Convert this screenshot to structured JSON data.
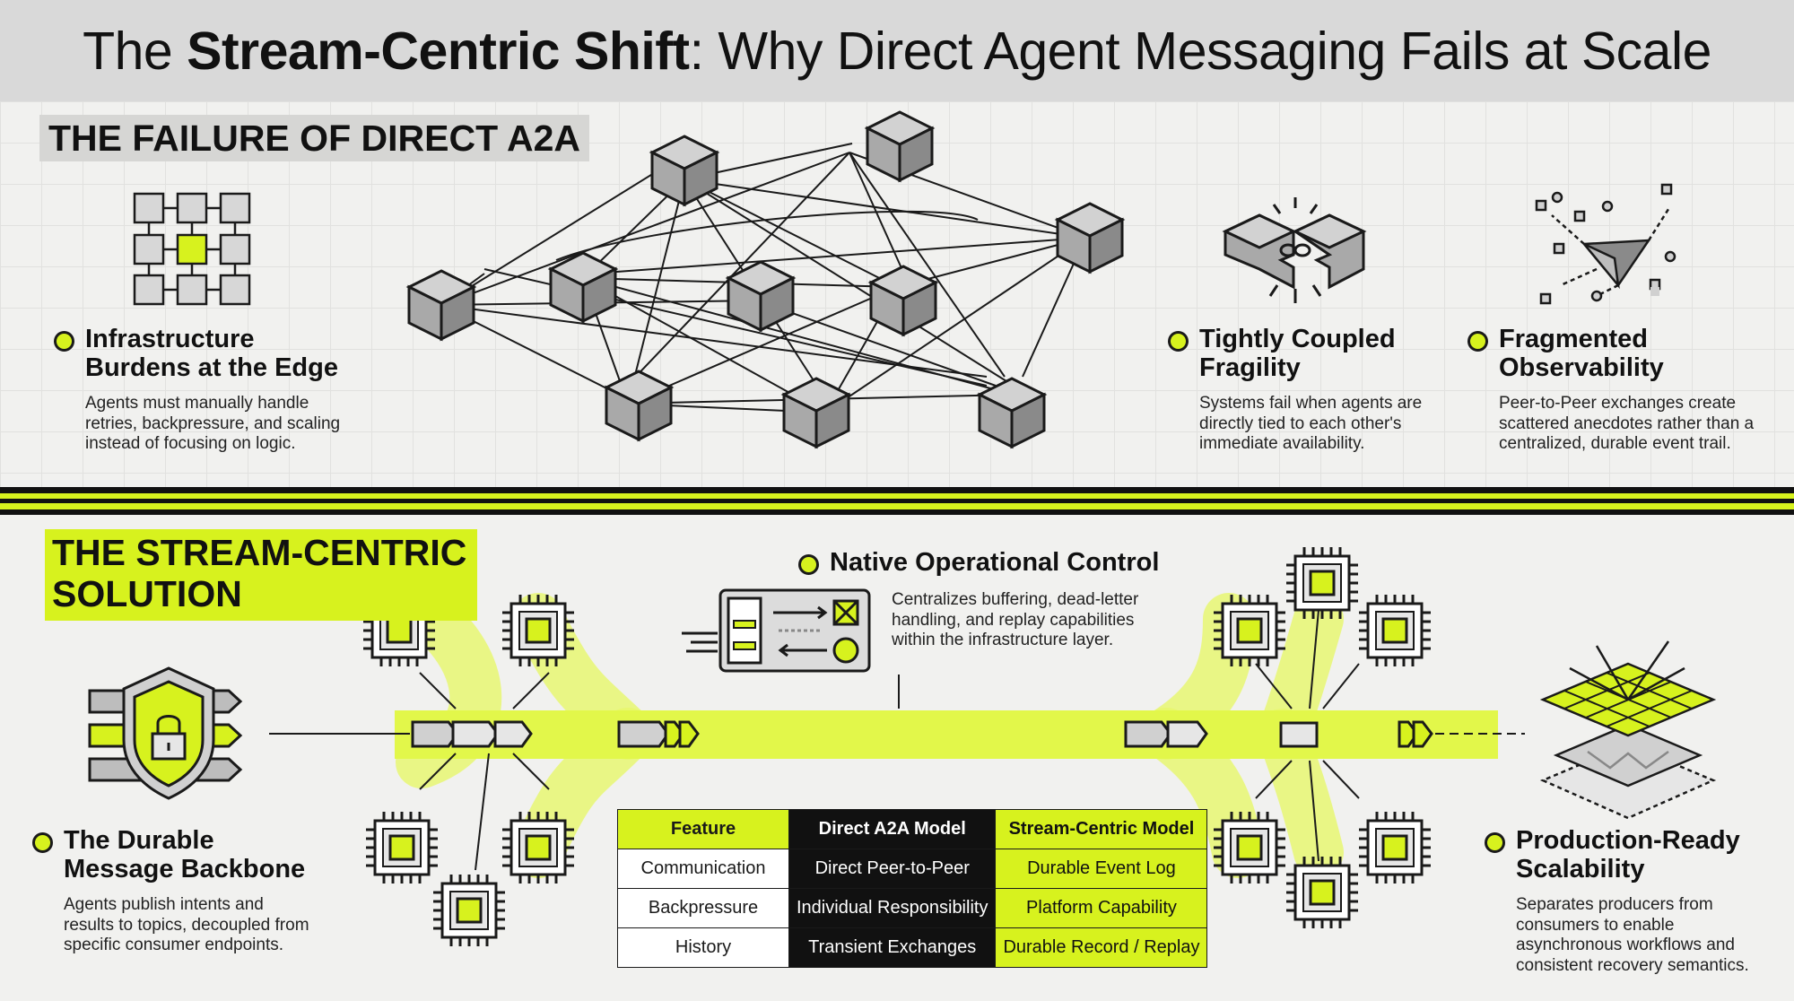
{
  "title": {
    "prefix": "The ",
    "bold": "Stream-Centric Shift",
    "suffix": ": Why Direct Agent Messaging Fails at Scale"
  },
  "section_failure": {
    "label": "THE FAILURE OF DIRECT A2A",
    "features": [
      {
        "title_lines": [
          "Infrastructure",
          "Burdens at the Edge"
        ],
        "body_lines": [
          "Agents must manually handle",
          "retries, backpressure, and scaling",
          "instead of focusing on logic."
        ]
      },
      {
        "title_lines": [
          "Tightly Coupled",
          "Fragility"
        ],
        "body_lines": [
          "Systems fail when agents are",
          "directly tied to each other's",
          "immediate availability."
        ]
      },
      {
        "title_lines": [
          "Fragmented",
          "Observability"
        ],
        "body_lines": [
          "Peer-to-Peer exchanges create",
          "scattered anecdotes rather than a",
          "centralized, durable event trail."
        ]
      }
    ]
  },
  "section_solution": {
    "label_lines": [
      "THE STREAM-CENTRIC",
      "SOLUTION"
    ],
    "features": [
      {
        "title_lines": [
          "Native Operational Control"
        ],
        "body_lines": [
          "Centralizes buffering, dead-letter",
          "handling, and replay capabilities",
          "within the infrastructure layer."
        ]
      },
      {
        "title_lines": [
          "The Durable",
          "Message Backbone"
        ],
        "body_lines": [
          "Agents publish intents and",
          "results to topics, decoupled from",
          "specific consumer endpoints."
        ]
      },
      {
        "title_lines": [
          "Production-Ready",
          "Scalability"
        ],
        "body_lines": [
          "Separates producers from",
          "consumers to enable",
          "asynchronous workflows and",
          "consistent recovery semantics."
        ]
      }
    ]
  },
  "comparison_table": {
    "headers": [
      "Feature",
      "Direct A2A Model",
      "Stream-Centric Model"
    ],
    "rows": [
      [
        "Communication",
        "Direct Peer-to-Peer",
        "Durable Event Log"
      ],
      [
        "Backpressure",
        "Individual Responsibility",
        "Platform Capability"
      ],
      [
        "History",
        "Transient Exchanges",
        "Durable Record / Replay"
      ]
    ]
  },
  "colors": {
    "accent": "#d7f21e",
    "dark": "#111111",
    "header_band": "#d9d9d9",
    "background": "#f1f1ef"
  },
  "icons": [
    "grid-node-icon",
    "cube-icon",
    "broken-link-icon",
    "scattered-nodes-icon",
    "chip-icon",
    "shield-lock-icon",
    "control-panel-icon",
    "layered-grid-icon"
  ]
}
